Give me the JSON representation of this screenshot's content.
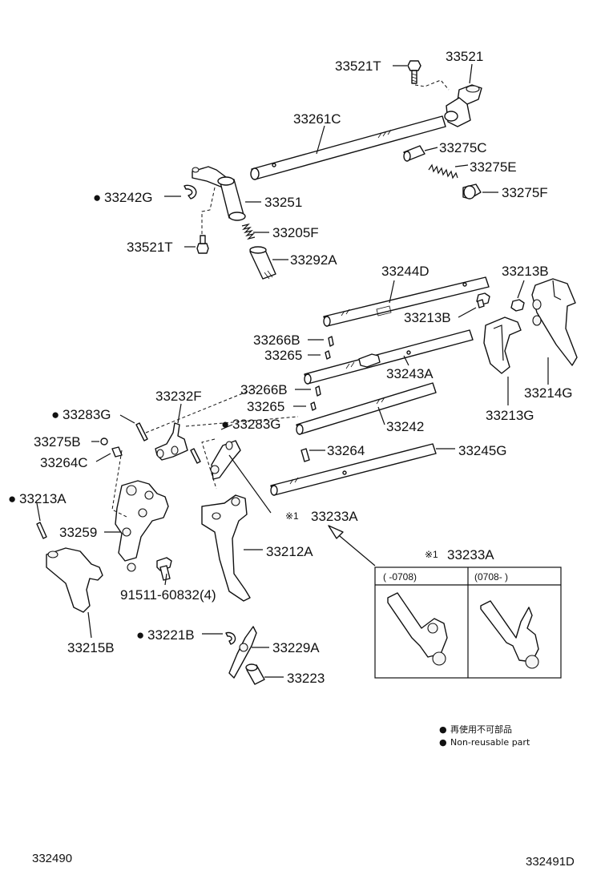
{
  "parts": {
    "p33521T_top": "33521T",
    "p33521": "33521",
    "p33261C": "33261C",
    "p33275C": "33275C",
    "p33275E": "33275E",
    "p33275F": "33275F",
    "p33242G": "33242G",
    "p33251": "33251",
    "p33205F": "33205F",
    "p33521T_mid": "33521T",
    "p33292A": "33292A",
    "p33244D": "33244D",
    "p33213B_a": "33213B",
    "p33213B_b": "33213B",
    "p33266B_a": "33266B",
    "p33265_a": "33265",
    "p33243A": "33243A",
    "p33214G": "33214G",
    "p33232F": "33232F",
    "p33266B_b": "33266B",
    "p33265_b": "33265",
    "p33283G_a": "33283G",
    "p33283G_b": "33283G",
    "p33213G": "33213G",
    "p33242": "33242",
    "p33275B": "33275B",
    "p33264C": "33264C",
    "p33264": "33264",
    "p33245G": "33245G",
    "p33213A": "33213A",
    "p33233A_ref": "33233A",
    "p33259": "33259",
    "p33212A": "33212A",
    "p91511": "91511-60832(4)",
    "p33215B": "33215B",
    "p33221B": "33221B",
    "p33229A": "33229A",
    "p33223": "33223"
  },
  "marks": {
    "ref_mark": "※1",
    "dot": "●"
  },
  "inset": {
    "title": "33233A",
    "col_left": "(    -0708)",
    "col_right": "(0708-      )"
  },
  "legend": {
    "line1": "再使用不可部品",
    "line2": "Non-reusable part"
  },
  "footer": {
    "left_code": "332490",
    "right_code": "332491D"
  }
}
